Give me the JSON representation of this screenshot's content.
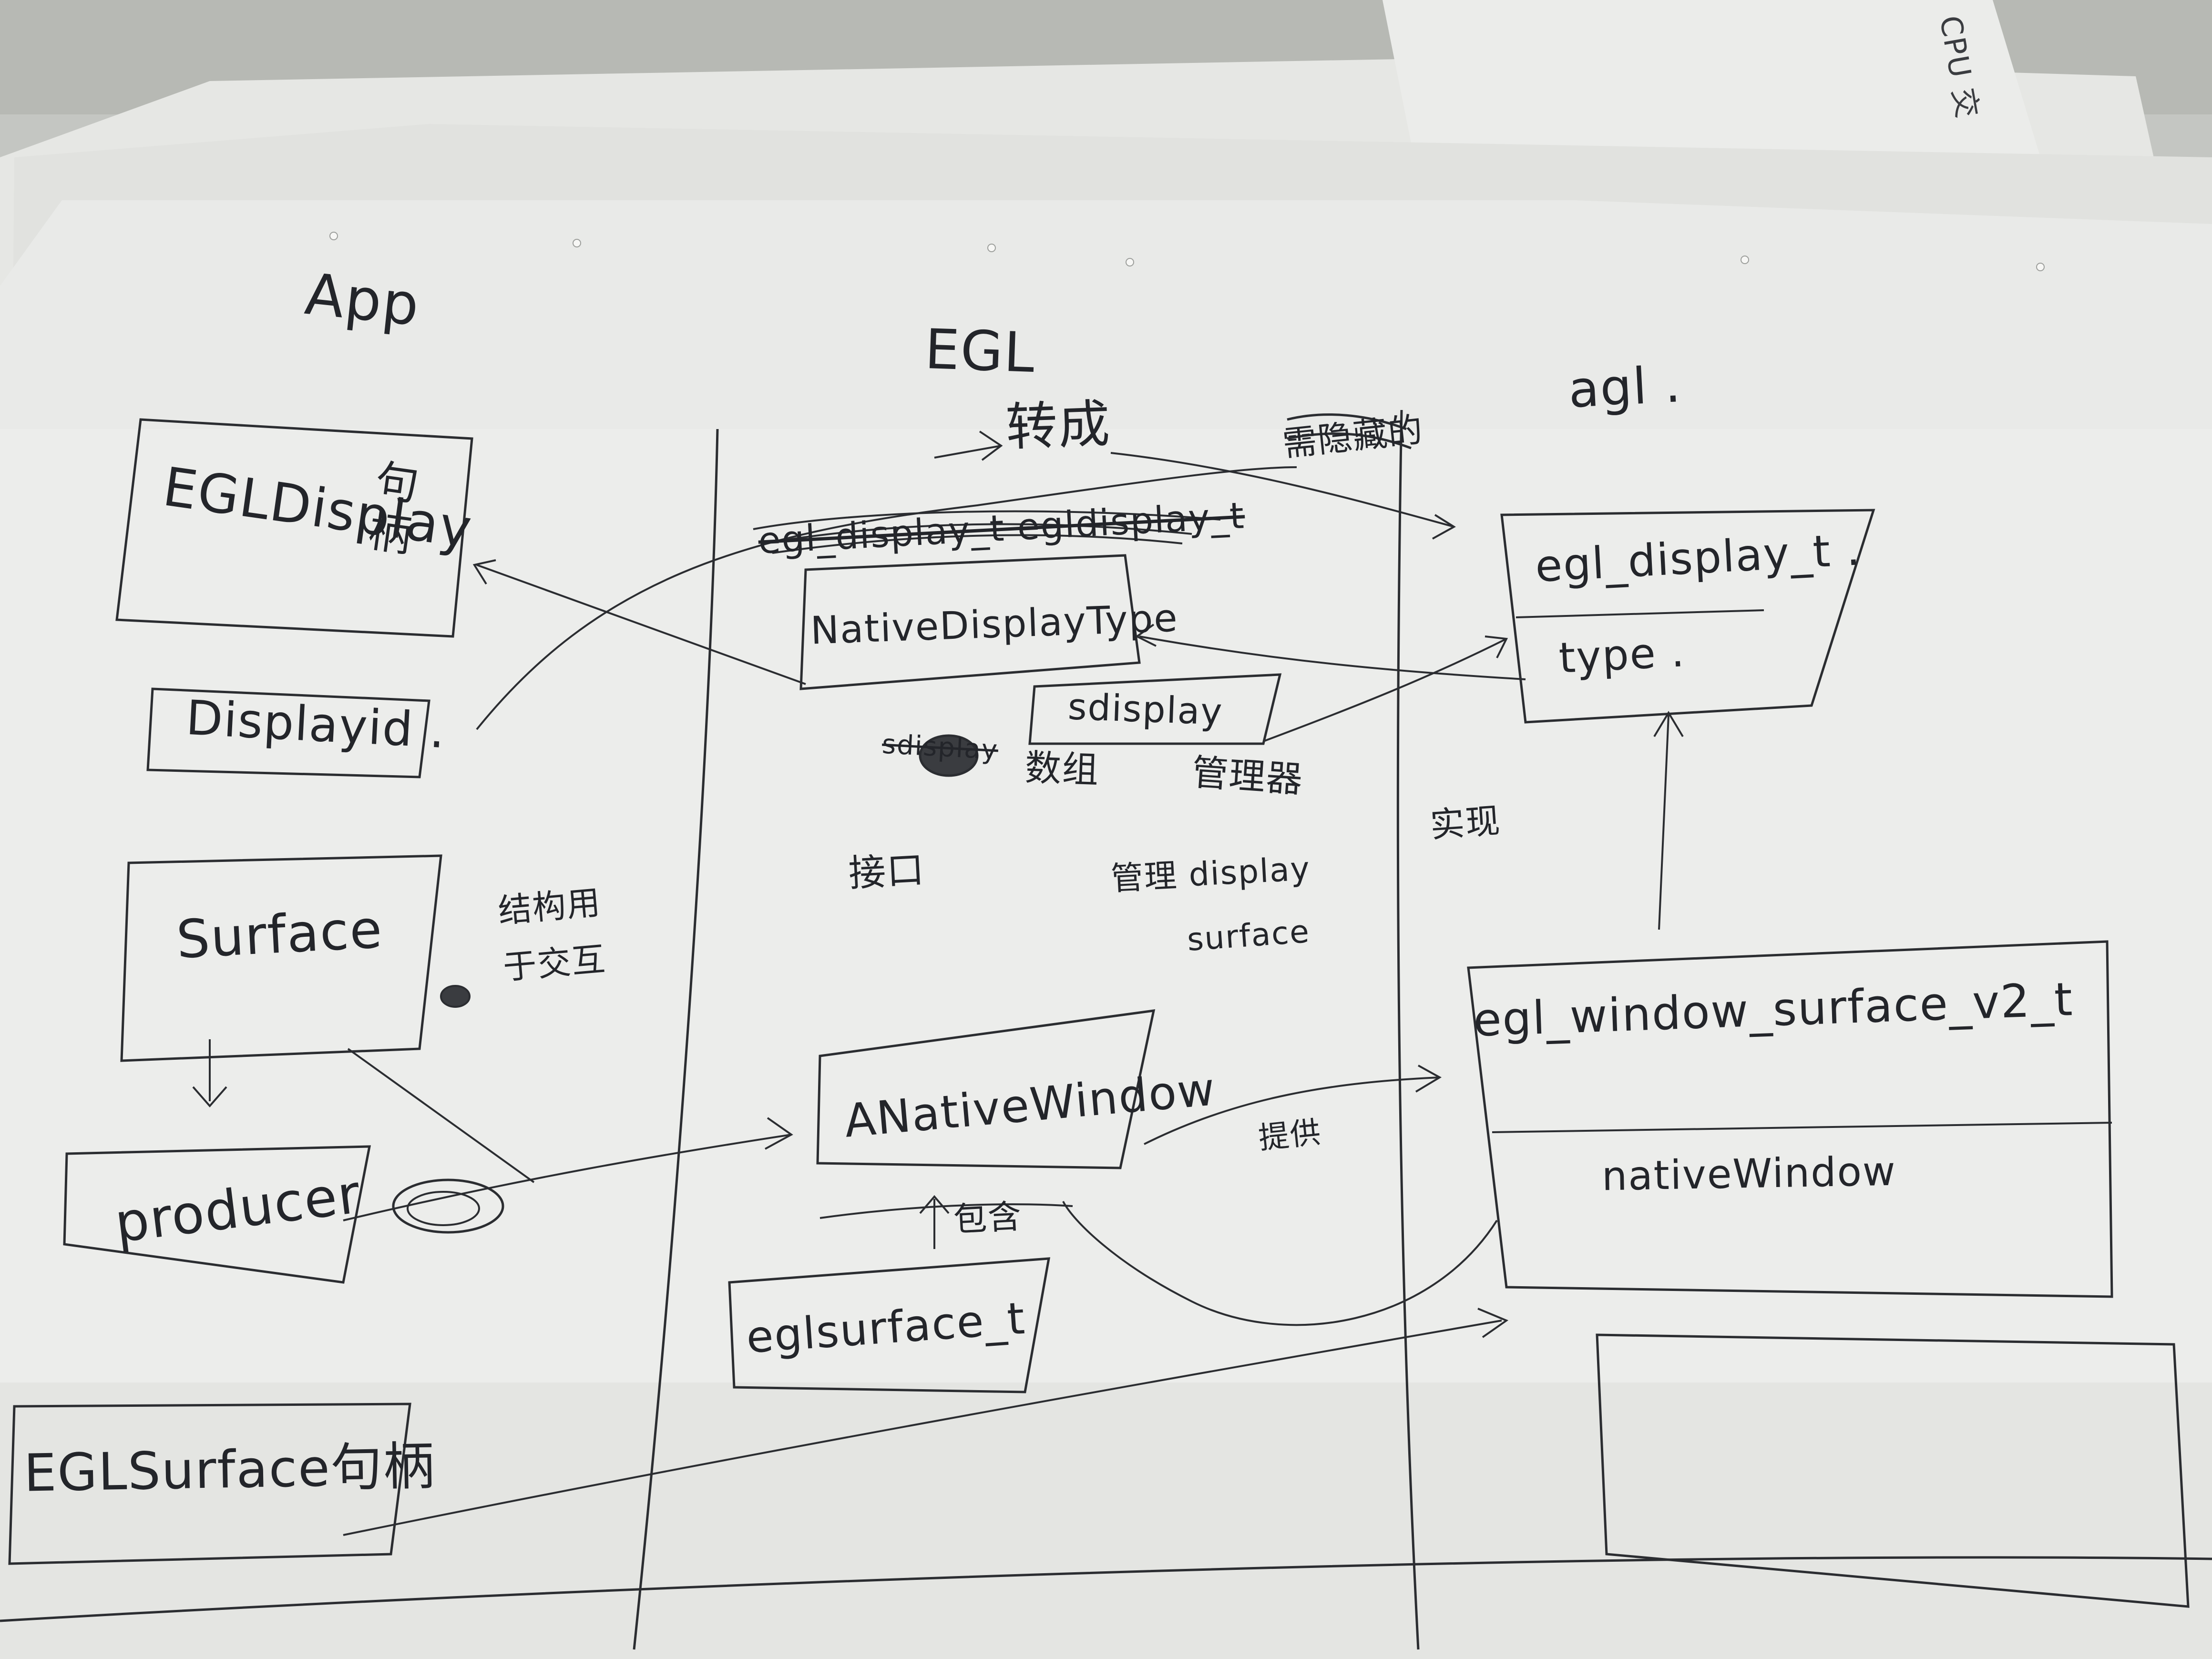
{
  "columns": {
    "app": "App",
    "egl": "EGL",
    "agl": "agl ."
  },
  "app": {
    "egldisplay": {
      "name": "EGLDisplay",
      "suffix": "句柄"
    },
    "displayid": "Displayid .",
    "surface": "Surface",
    "producer": "producer",
    "eglsurface": "EGLSurface句柄"
  },
  "egl": {
    "convert": "转成",
    "struck_line": "egl_display_t egldisplay_t",
    "native_display_type": "NativeDisplayType",
    "sdisplay": "sdisplay",
    "struck_label": "sdisplay",
    "array": "数组",
    "manager": "管理器",
    "interface": "接口",
    "manage_display_surface": [
      "管理 display",
      "surface"
    ],
    "anative_window": "ANativeWindow",
    "contains": "包含",
    "eglsurface_t": "eglsurface_t"
  },
  "agl": {
    "egl_display_t": "egl_display_t .",
    "type": "type .",
    "implement": "实现",
    "egl_window_surface_v2_t": "egl_window_surface_v2_t",
    "native_window": "nativeWindow"
  },
  "notes": {
    "hidden": "需隐藏的",
    "interact": "结构用于交互",
    "provide": "提供"
  },
  "corner_note": "CPU 交"
}
